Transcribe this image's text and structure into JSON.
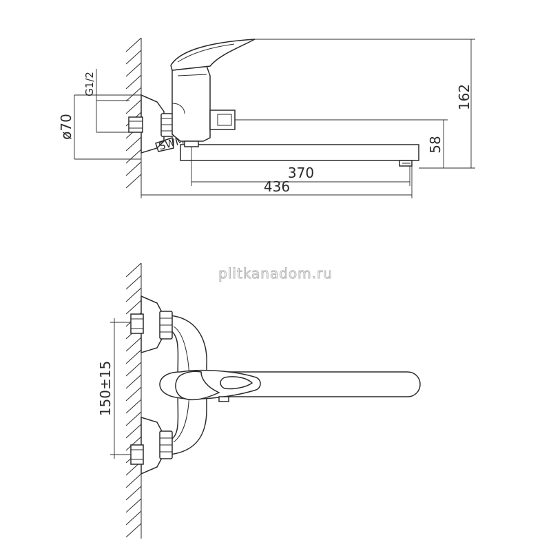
{
  "dimensions": {
    "height_total": "162",
    "spout_height": "58",
    "spout_reach": "370",
    "overall_length": "436",
    "thread": "G1/2",
    "escutcheon_diameter": "ø70",
    "center_distance": "150±15"
  },
  "watermark": "plitkanadom.ru",
  "valve_mark": "SWM"
}
